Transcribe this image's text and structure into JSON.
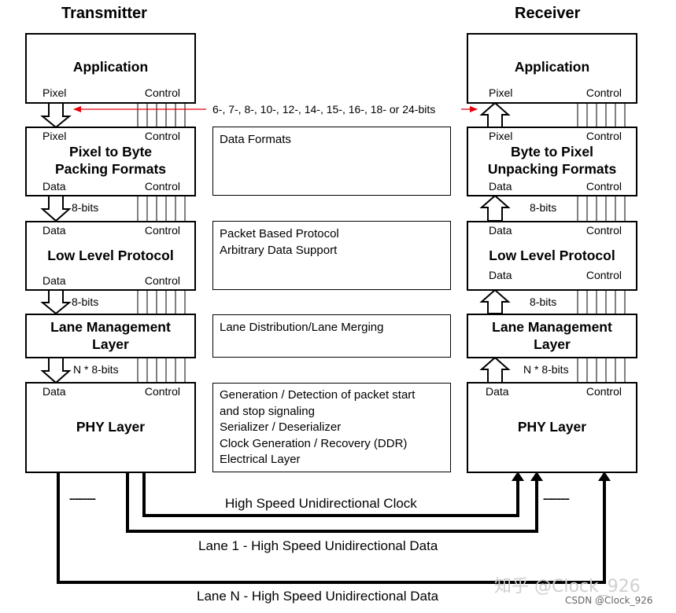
{
  "headers": {
    "transmitter": "Transmitter",
    "receiver": "Receiver"
  },
  "tx": {
    "app": {
      "title": "Application",
      "left": "Pixel",
      "right": "Control"
    },
    "packing": {
      "top_left": "Pixel",
      "top_right": "Control",
      "title": "Pixel to Byte\nPacking Formats",
      "bottom_left": "Data",
      "bottom_right": "Control"
    },
    "llp": {
      "top_left": "Data",
      "top_right": "Control",
      "title": "Low Level Protocol",
      "bottom_left": "Data",
      "bottom_right": "Control"
    },
    "lane": {
      "title": "Lane Management\nLayer"
    },
    "phy": {
      "top_left": "Data",
      "top_right": "Control",
      "title": "PHY Layer"
    },
    "bits1": "8-bits",
    "bits2": "8-bits",
    "bits3": "N * 8-bits"
  },
  "rx": {
    "app": {
      "title": "Application",
      "left": "Pixel",
      "right": "Control"
    },
    "unpacking": {
      "top_left": "Pixel",
      "top_right": "Control",
      "title": "Byte to Pixel\nUnpacking Formats",
      "bottom_left": "Data",
      "bottom_right": "Control"
    },
    "llp": {
      "top_left": "Data",
      "top_right": "Control",
      "title": "Low Level Protocol",
      "bottom_left": "Data",
      "bottom_right": "Control"
    },
    "lane": {
      "title": "Lane Management\nLayer"
    },
    "phy": {
      "top_left": "Data",
      "top_right": "Control",
      "title": "PHY Layer"
    },
    "bits1": "8-bits",
    "bits2": "8-bits",
    "bits3": "N * 8-bits"
  },
  "pixel_widths": "6-, 7-, 8-, 10-, 12-, 14-, 15-, 16-, 18- or 24-bits",
  "descriptions": {
    "formats": "Data Formats",
    "protocol": "Packet Based Protocol\nArbitrary Data Support",
    "lane": "Lane Distribution/Lane Merging",
    "phy": "Generation / Detection of packet start\nand stop signaling\nSerializer / Deserializer\nClock Generation / Recovery (DDR)\nElectrical Layer"
  },
  "links": {
    "clock": "High Speed Unidirectional Clock",
    "lane1": "Lane 1 - High Speed Unidirectional Data",
    "laneN": "Lane N - High Speed Unidirectional Data",
    "ellipsis_left": "---------",
    "ellipsis_right": "---------"
  },
  "watermark": {
    "main": "知乎 @Clock_926",
    "footer": "CSDN @Clock_926"
  },
  "colors": {
    "accent_arrow": "#e8000b",
    "line": "#000000",
    "watermark": "#cccccc"
  }
}
